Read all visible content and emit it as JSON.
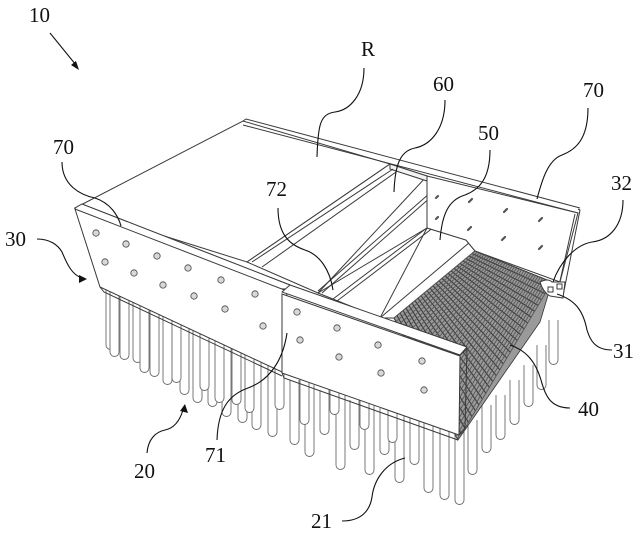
{
  "figure": {
    "description": "Isometric patent drawing of a pile-supported foundation structure with mesh and stepped trench",
    "labels": {
      "assembly": "10",
      "region": "R",
      "upper_layer": "60",
      "side_plate_right": "70",
      "side_plate_left": "70",
      "step_layer": "50",
      "connector_top": "32",
      "groove": "72",
      "frame": "30",
      "connector_bottom": "31",
      "mesh": "40",
      "pile_group": "20",
      "joint": "71",
      "pile": "21"
    }
  }
}
